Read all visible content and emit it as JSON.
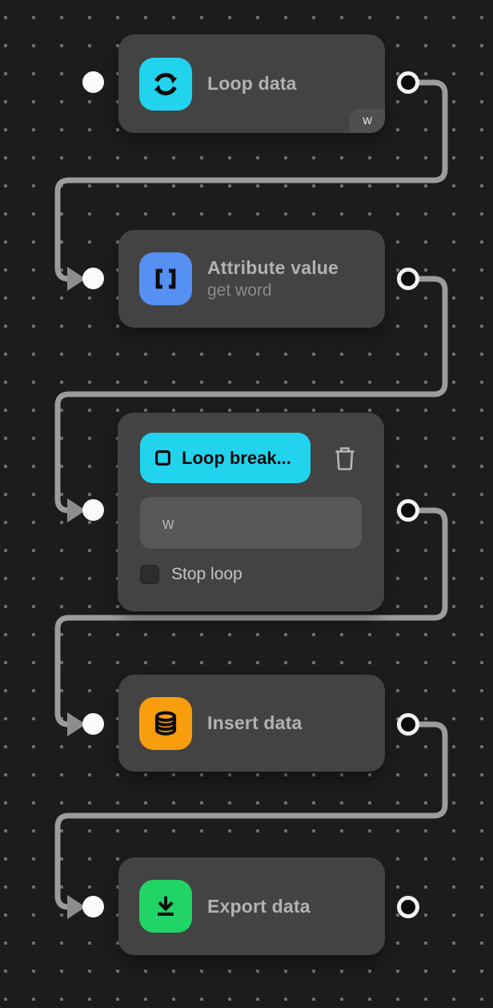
{
  "canvas": {
    "background_color": "#1c1c1e",
    "dot_color": "#717171",
    "wire_color": "#9c9c9c"
  },
  "nodes": [
    {
      "id": "loop-data",
      "title": "Loop data",
      "icon": "loop-refresh-icon",
      "icon_bg": "#22d3ee",
      "badge": "w"
    },
    {
      "id": "attribute-value",
      "title": "Attribute value",
      "subtitle": "get word",
      "icon": "brackets-icon",
      "icon_bg": "#5590f2"
    },
    {
      "id": "loop-break",
      "button_label": "Loop break...",
      "button_bg": "#22d3ee",
      "button_icon": "square-outline-icon",
      "delete_icon": "trash-icon",
      "input_value": "w",
      "checkbox_label": "Stop loop",
      "checkbox_checked": false
    },
    {
      "id": "insert-data",
      "title": "Insert data",
      "icon": "database-icon",
      "icon_bg": "#f79d0e"
    },
    {
      "id": "export-data",
      "title": "Export data",
      "icon": "download-icon",
      "icon_bg": "#20d465"
    }
  ]
}
